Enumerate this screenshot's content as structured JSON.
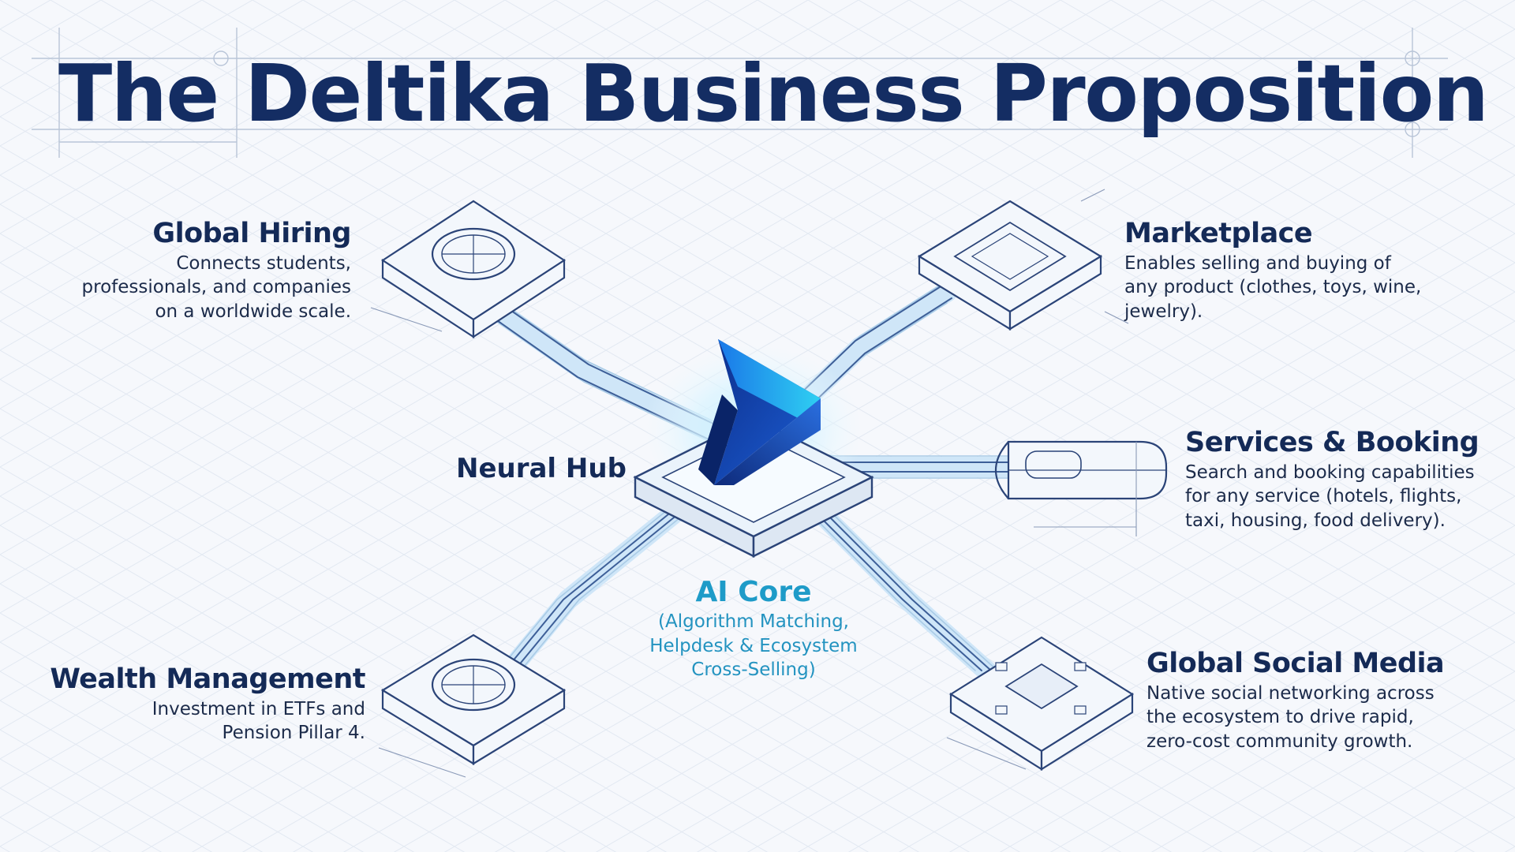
{
  "title": "The Deltika Business Proposition",
  "hub": {
    "label": "Neural Hub"
  },
  "core": {
    "title": "AI Core",
    "lines": [
      "(Algorithm Matching,",
      "Helpdesk & Ecosystem",
      "Cross-Selling)"
    ]
  },
  "nodes": {
    "global_hiring": {
      "title": "Global Hiring",
      "lines": [
        "Connects students,",
        "professionals, and companies",
        "on a worldwide scale."
      ]
    },
    "marketplace": {
      "title": "Marketplace",
      "lines": [
        "Enables selling and buying of",
        "any product (clothes, toys, wine,",
        "jewelry)."
      ]
    },
    "services_booking": {
      "title": "Services & Booking",
      "lines": [
        "Search and booking capabilities",
        "for any service (hotels, flights,",
        "taxi, housing, food delivery)."
      ]
    },
    "wealth_management": {
      "title": "Wealth Management",
      "lines": [
        "Investment in ETFs and",
        "Pension Pillar 4."
      ]
    },
    "global_social_media": {
      "title": "Global Social Media",
      "lines": [
        "Native social networking across",
        "the ecosystem to drive rapid,",
        "zero-cost community growth."
      ]
    }
  },
  "colors": {
    "title": "#142d63",
    "ink": "#1f3a73",
    "accent": "#1e9bc8",
    "logo_dark": "#0d2f8c",
    "logo_light": "#2fd0f2",
    "background": "#f6f8fc"
  },
  "icons": {
    "hub": "deltika-logo-icon",
    "global_hiring": "circle-module-icon",
    "marketplace": "square-module-icon",
    "services_booking": "rounded-connector-icon",
    "wealth_management": "circle-module-icon",
    "global_social_media": "chip-module-icon"
  }
}
